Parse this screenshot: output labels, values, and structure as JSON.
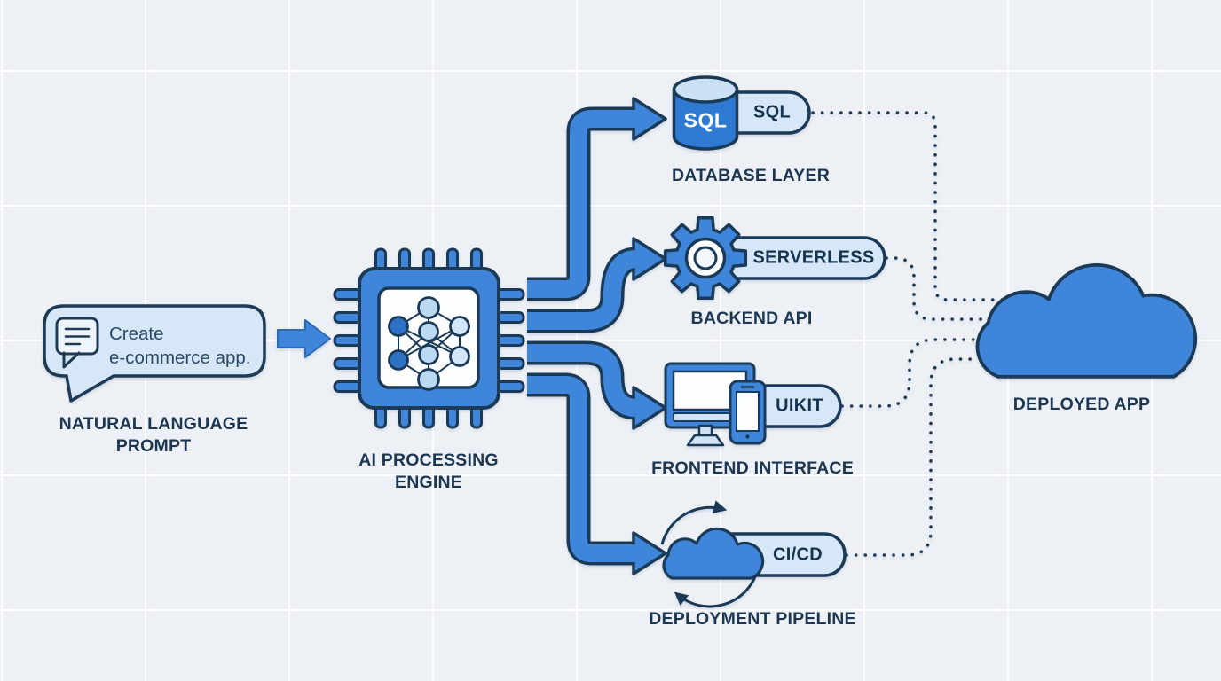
{
  "colors": {
    "primary_blue": "#3f86da",
    "dark_navy": "#1b3a57",
    "light_blue_fill": "#d6e8f8",
    "background": "#edf1f6",
    "white": "#ffffff"
  },
  "prompt": {
    "bubble_line1": "Create",
    "bubble_line2": "e-commerce app.",
    "label": "NATURAL LANGUAGE PROMPT",
    "icon": "chat-bubble-icon"
  },
  "engine": {
    "label": "AI PROCESSING ENGINE",
    "icon": "chip-neural-network-icon"
  },
  "branches": [
    {
      "name": "database",
      "label": "DATABASE LAYER",
      "tag": "SQL",
      "icon": "database-cylinder-icon",
      "cylinder_text": "SQL"
    },
    {
      "name": "backend",
      "label": "BACKEND API",
      "tag": "SERVERLESS",
      "icon": "gear-icon"
    },
    {
      "name": "frontend",
      "label": "FRONTEND INTERFACE",
      "tag": "UIKIT",
      "icon": "monitor-phone-icon"
    },
    {
      "name": "deployment",
      "label": "DEPLOYMENT PIPELINE",
      "tag": "CI/CD",
      "icon": "cloud-sync-icon"
    }
  ],
  "deployed_app": {
    "label": "DEPLOYED APP",
    "icon": "cloud-icon"
  }
}
